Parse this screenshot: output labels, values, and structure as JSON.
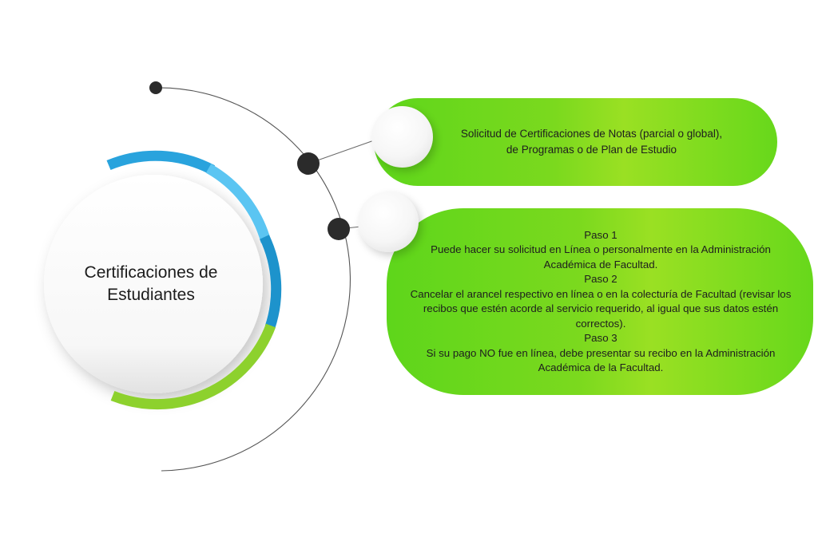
{
  "hub": {
    "title_line1": "Certificaciones de",
    "title_line2": "Estudiantes"
  },
  "items": [
    {
      "lines": [
        "Solicitud de Certificaciones de Notas (parcial o global),",
        "de Programas o de Plan de Estudio"
      ]
    },
    {
      "lines": [
        "Paso 1",
        "Puede hacer su solicitud en Línea o personalmente en la Administración",
        "Académica de Facultad.",
        "Paso 2",
        "Cancelar el arancel respectivo en línea o en la colecturía de Facultad (revisar los",
        "recibos que estén  acorde al servicio requerido, al igual que sus datos estén",
        "correctos).",
        "Paso 3",
        "Si su pago NO fue en línea, debe presentar su recibo en la Administración",
        "Académica de la Facultad."
      ]
    }
  ],
  "colors": {
    "ring_blue": "#29a3dd",
    "ring_light_blue": "#5bc5f2",
    "ring_green": "#8dd12d",
    "pill_green": "#6fd81e",
    "node_dark": "#2b2b2b",
    "line_gray": "#5a5a5a"
  }
}
